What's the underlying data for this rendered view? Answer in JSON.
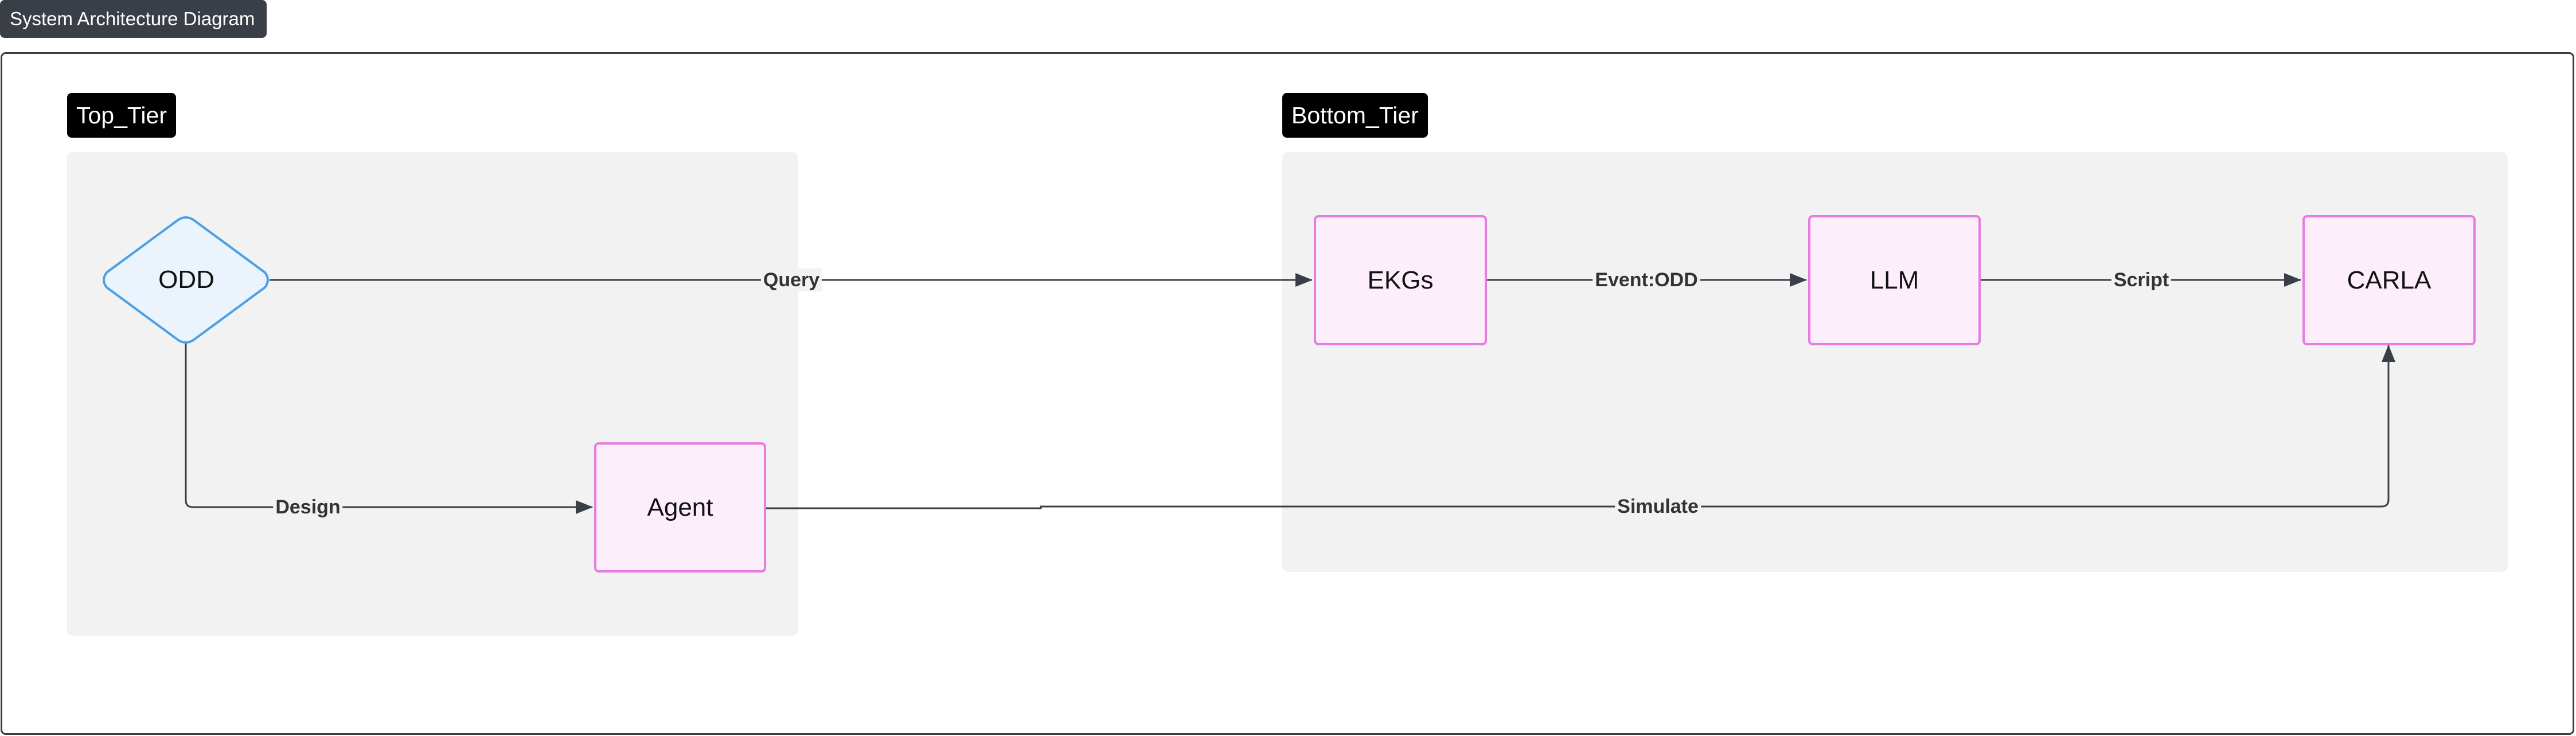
{
  "diagram": {
    "title": "System Architecture Diagram",
    "tiers": {
      "top": "Top_Tier",
      "bottom": "Bottom_Tier"
    },
    "nodes": {
      "odd": "ODD",
      "agent": "Agent",
      "ekgs": "EKGs",
      "llm": "LLM",
      "carla": "CARLA"
    },
    "edges": {
      "query": "Query",
      "design": "Design",
      "event_odd": "Event:ODD",
      "script": "Script",
      "simulate": "Simulate"
    },
    "colors": {
      "node_fill": "#fdeefb",
      "node_border": "#e77be1",
      "decision_fill": "#ebf3fc",
      "decision_border": "#4a9fe6",
      "tier_fill": "#f2f2f2",
      "edge": "#3a3f47"
    }
  }
}
